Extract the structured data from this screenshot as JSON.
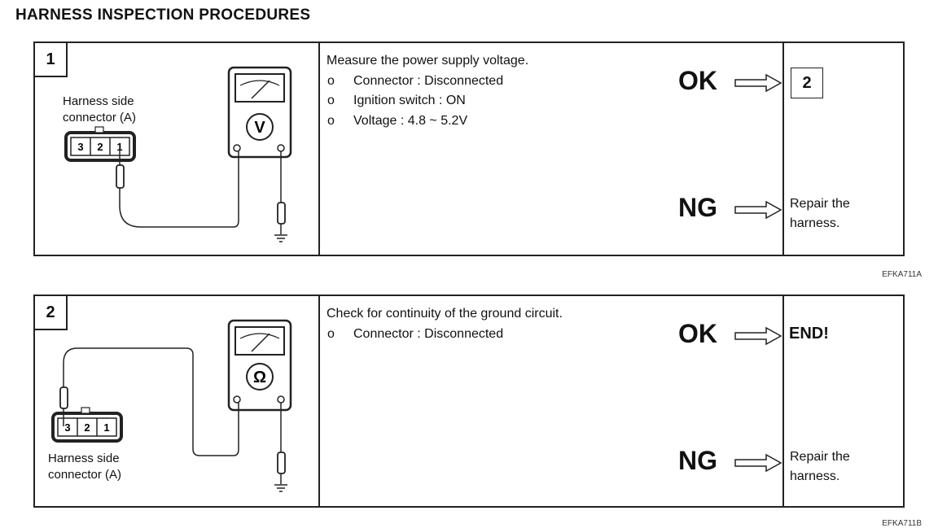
{
  "page": {
    "title": "HARNESS INSPECTION PROCEDURES"
  },
  "steps": [
    {
      "number": "1",
      "connector_label": [
        "Harness side",
        "connector (A)"
      ],
      "pins": [
        "3",
        "2",
        "1"
      ],
      "meter_symbol": "V",
      "instruction_title": "Measure the power supply voltage.",
      "bullets": [
        {
          "marker": "o",
          "text": "Connector : Disconnected"
        },
        {
          "marker": "o",
          "text": "Ignition switch : ON"
        },
        {
          "marker": "o",
          "text": "Voltage : 4.8 ~ 5.2V"
        }
      ],
      "ok": {
        "label": "OK",
        "result_box": "2"
      },
      "ng": {
        "label": "NG",
        "result_lines": [
          "Repair the",
          "harness."
        ]
      },
      "figure_code": "EFKA711A"
    },
    {
      "number": "2",
      "connector_label": [
        "Harness side",
        "connector (A)"
      ],
      "pins": [
        "3",
        "2",
        "1"
      ],
      "meter_symbol": "Ω",
      "instruction_title": "Check for continuity of the ground circuit.",
      "bullets": [
        {
          "marker": "o",
          "text": "Connector : Disconnected"
        }
      ],
      "ok": {
        "label": "OK",
        "result_text": "END!"
      },
      "ng": {
        "label": "NG",
        "result_lines": [
          "Repair the",
          "harness."
        ]
      },
      "figure_code": "EFKA711B"
    }
  ],
  "icons": [
    "multimeter-icon",
    "probe-icon",
    "ground-icon",
    "hollow-arrow-icon",
    "connector-icon"
  ]
}
